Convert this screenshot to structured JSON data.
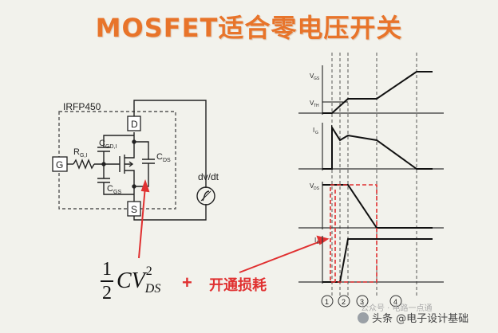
{
  "title": "MOSFET适合零电压开关",
  "circuit": {
    "part": "IRFP450",
    "rg": "R",
    "rg_sub": "G,I",
    "cgd": "C",
    "cgd_sub": "GD,I",
    "cds": "C",
    "cds_sub": "DS",
    "cgs": "C",
    "cgs_sub": "GS",
    "d": "D",
    "g": "G",
    "s": "S",
    "source_label": "dv/dt"
  },
  "waveforms": {
    "v_gs": "V",
    "v_gs_sub": "GS",
    "v_th": "V",
    "v_th_sub": "TH",
    "i_g": "I",
    "i_g_sub": "G",
    "v_ds": "V",
    "v_ds_sub": "DS",
    "i_d": "I",
    "i_d_sub": "D",
    "phases": [
      "1",
      "2",
      "3",
      "4"
    ]
  },
  "formula": {
    "num": "1",
    "den": "2",
    "body": "CV",
    "sup": "2",
    "sub": "DS",
    "plus": "+",
    "loss_label": "开通损耗"
  },
  "watermark": "头条 @电子设计基础",
  "watermark_faint": "公众号 · 电路一点通",
  "colors": {
    "title": "#e8742a",
    "red": "#e03030",
    "blue_grid": "#2244aa"
  }
}
